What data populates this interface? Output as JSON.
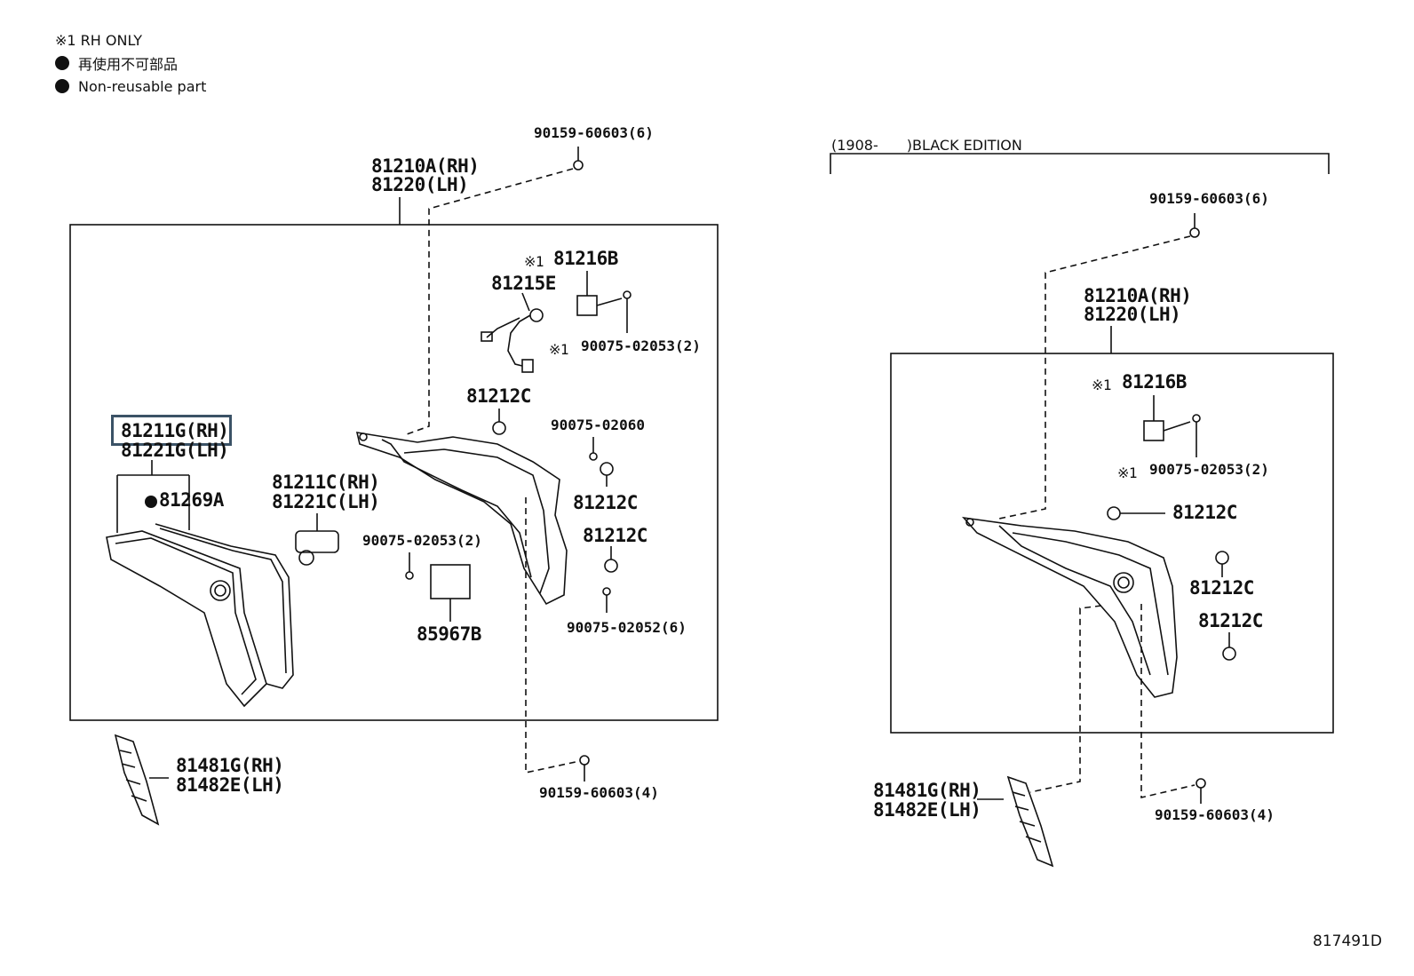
{
  "notes": {
    "rh_only": "※1 RH ONLY",
    "non_reusable_jp": "再使用不可部品",
    "non_reusable_en": "Non-reusable part"
  },
  "left": {
    "header_screw": "90159-60603(6)",
    "assy_rh": "81210A(RH)",
    "assy_lh": "81220(LH)",
    "bracket_note": "※1",
    "bracket": "81216B",
    "wire": "81215E",
    "screw_rh_note": "※1",
    "screw_rh": "90075-02053(2)",
    "cap_top": "81212C",
    "lens_rh": "81211G(RH)",
    "lens_lh": "81221G(LH)",
    "gasket": "81269A",
    "socket_rh": "81211C(RH)",
    "socket_lh": "81221C(LH)",
    "screw_mid": "90075-02060",
    "cap_mid": "81212C",
    "cap_low": "81212C",
    "screw_module": "90075-02053(2)",
    "module": "85967B",
    "screw_low": "90075-02052(6)",
    "cover_rh": "81481G(RH)",
    "cover_lh": "81482E(LH)",
    "bottom_screw": "90159-60603(4)"
  },
  "right": {
    "edition_label": "(1908-　　)BLACK EDITION",
    "header_screw": "90159-60603(6)",
    "assy_rh": "81210A(RH)",
    "assy_lh": "81220(LH)",
    "bracket_note": "※1",
    "bracket": "81216B",
    "screw_note": "※1",
    "screw": "90075-02053(2)",
    "cap_a": "81212C",
    "cap_b": "81212C",
    "cap_c": "81212C",
    "cover_rh": "81481G(RH)",
    "cover_lh": "81482E(LH)",
    "bottom_screw": "90159-60603(4)"
  },
  "page_number": "817491D",
  "highlight_color": "#3b5266"
}
